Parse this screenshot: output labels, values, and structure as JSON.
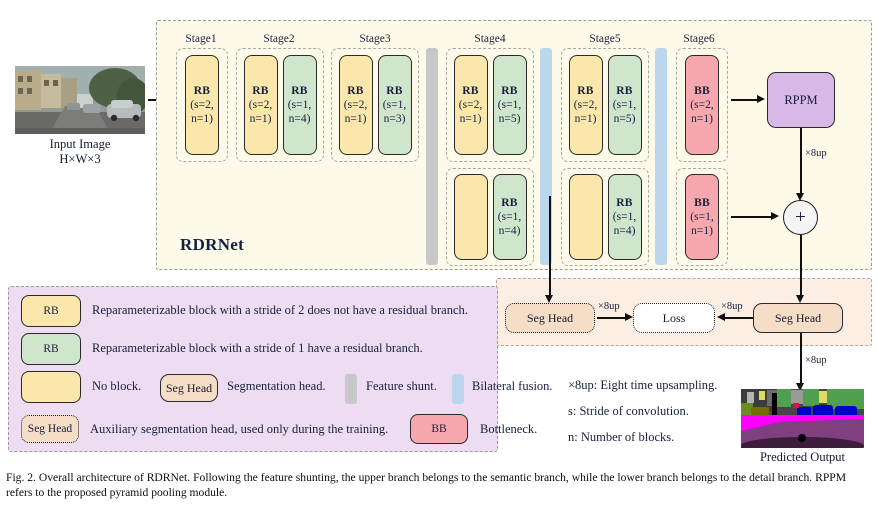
{
  "figure": {
    "number": "Fig. 2.",
    "caption": "Overall architecture of RDRNet. Following the feature shunting, the upper branch belongs to the semantic branch, while the lower branch belongs to the detail branch. RPPM refers to the proposed pyramid pooling module.",
    "network_title": "RDRNet"
  },
  "input": {
    "caption_line1": "Input Image",
    "caption_line2": "H×W×3"
  },
  "output": {
    "caption": "Predicted Output"
  },
  "stages": [
    {
      "label": "Stage1",
      "upper": [
        {
          "title": "RB",
          "line1": "(s=2,",
          "line2": "n=1)",
          "color": "yellow"
        }
      ],
      "lower": []
    },
    {
      "label": "Stage2",
      "upper": [
        {
          "title": "RB",
          "line1": "(s=2,",
          "line2": "n=1)",
          "color": "yellow"
        },
        {
          "title": "RB",
          "line1": "(s=1,",
          "line2": "n=4)",
          "color": "green"
        }
      ],
      "lower": []
    },
    {
      "label": "Stage3",
      "upper": [
        {
          "title": "RB",
          "line1": "(s=2,",
          "line2": "n=1)",
          "color": "yellow"
        },
        {
          "title": "RB",
          "line1": "(s=1,",
          "line2": "n=3)",
          "color": "green"
        }
      ],
      "lower": []
    },
    {
      "label": "Stage4",
      "upper": [
        {
          "title": "RB",
          "line1": "(s=2,",
          "line2": "n=1)",
          "color": "yellow"
        },
        {
          "title": "RB",
          "line1": "(s=1,",
          "line2": "n=5)",
          "color": "green"
        }
      ],
      "lower": [
        {
          "title": "",
          "line1": "",
          "line2": "",
          "color": "yellow"
        },
        {
          "title": "RB",
          "line1": "(s=1,",
          "line2": "n=4)",
          "color": "green"
        }
      ]
    },
    {
      "label": "Stage5",
      "upper": [
        {
          "title": "RB",
          "line1": "(s=2,",
          "line2": "n=1)",
          "color": "yellow"
        },
        {
          "title": "RB",
          "line1": "(s=1,",
          "line2": "n=5)",
          "color": "green"
        }
      ],
      "lower": [
        {
          "title": "",
          "line1": "",
          "line2": "",
          "color": "yellow"
        },
        {
          "title": "RB",
          "line1": "(s=1,",
          "line2": "n=4)",
          "color": "green"
        }
      ]
    },
    {
      "label": "Stage6",
      "upper": [
        {
          "title": "BB",
          "line1": "(s=2,",
          "line2": "n=1)",
          "color": "pink"
        }
      ],
      "lower": [
        {
          "title": "BB",
          "line1": "(s=1,",
          "line2": "n=1)",
          "color": "pink"
        }
      ]
    }
  ],
  "modules": {
    "rppm": "RPPM",
    "sum": "+",
    "seg_head_aux": "Seg Head",
    "loss": "Loss",
    "seg_head_main": "Seg Head"
  },
  "arrow_labels": {
    "rppm_up": "×8up",
    "aux_to_loss": "×8up",
    "main_to_loss": "×8up",
    "main_to_output": "×8up"
  },
  "legend": {
    "rows": [
      {
        "swatch": "RB",
        "swatch_style": "yellow",
        "text": "Reparameterizable block with a stride of 2 does not have a residual branch."
      },
      {
        "swatch": "RB",
        "swatch_style": "green",
        "text": "Reparameterizable block with a stride of 1 have a residual branch."
      }
    ],
    "no_block": {
      "swatch": "",
      "swatch_style": "yellow",
      "text": "No block."
    },
    "seg_head": {
      "swatch": "Seg Head",
      "swatch_style": "solid-peach",
      "text": "Segmentation head."
    },
    "feature_shunt": {
      "swatch_style": "gray-bar",
      "text": "Feature shunt."
    },
    "bilateral_fusion": {
      "swatch_style": "blue-bar",
      "text": "Bilateral fusion."
    },
    "aux_seg_head": {
      "swatch": "Seg Head",
      "swatch_style": "dotted-peach",
      "text": "Auxiliary segmentation head, used only during the training."
    },
    "bottleneck": {
      "swatch": "BB",
      "swatch_style": "pink",
      "text": "Bottleneck."
    },
    "notes": [
      "×8up: Eight time upsampling.",
      "s: Stride of convolution.",
      "n: Number of blocks."
    ]
  },
  "colors": {
    "yellow_block": "#fbe6ab",
    "green_block": "#cfe6cd",
    "pink_block": "#f6a8ae",
    "rppm_purple": "#d9b8e8",
    "seg_head_peach": "#f6ddc8",
    "feature_shunt_gray": "#c7c7c7",
    "bilateral_fusion_blue": "#bcd7ec",
    "panel_cream": "#fdfaea",
    "panel_blush": "#fdeee4",
    "legend_lavender": "#eddcf2"
  }
}
